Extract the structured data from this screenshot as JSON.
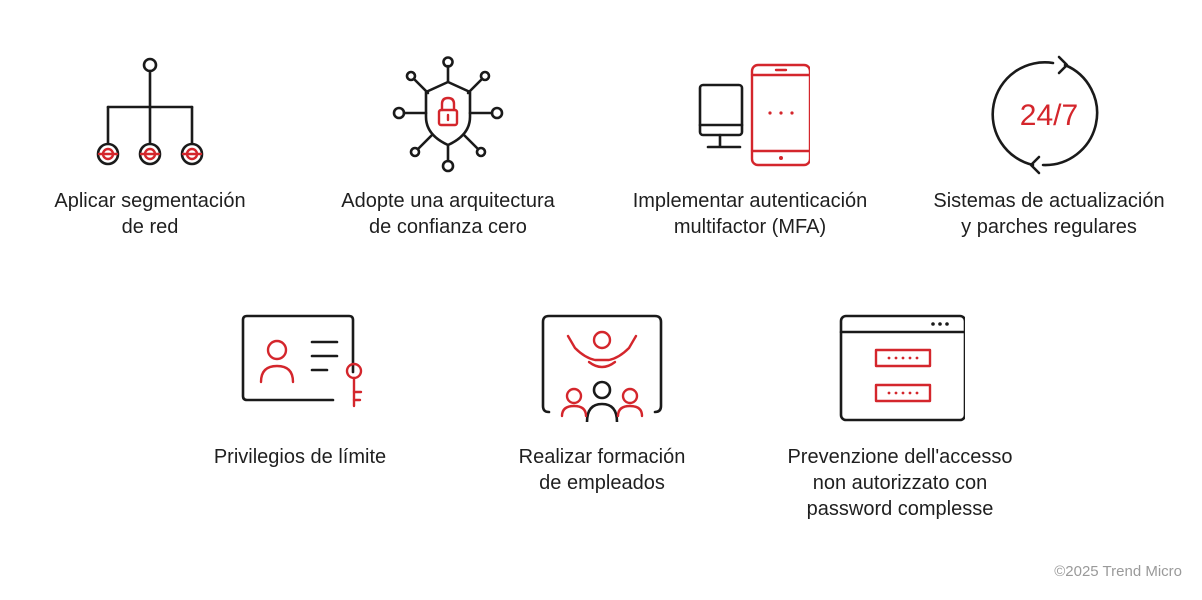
{
  "items": [
    {
      "icon": "network-segmentation-icon",
      "lines": [
        "Aplicar segmentación",
        "de red"
      ]
    },
    {
      "icon": "zero-trust-shield-icon",
      "lines": [
        "Adopte una arquitectura",
        "de confianza cero"
      ]
    },
    {
      "icon": "mfa-devices-icon",
      "lines": [
        "Implementar autenticación",
        "multifactor (MFA)"
      ]
    },
    {
      "icon": "update-cycle-icon",
      "icon_text": "24/7",
      "lines": [
        "Sistemas de actualización",
        "y parches regulares"
      ]
    },
    {
      "icon": "id-card-key-icon",
      "lines": [
        "Privilegios de límite"
      ]
    },
    {
      "icon": "employee-training-icon",
      "lines": [
        "Realizar formación",
        "de empleados"
      ]
    },
    {
      "icon": "password-window-icon",
      "lines": [
        "Prevenzione dell'accesso",
        "non autorizzato con",
        "password complesse"
      ]
    }
  ],
  "footer": {
    "copyright": "©2025 Trend Micro"
  },
  "colors": {
    "accent": "#d4262c",
    "ink": "#1a1a1a"
  }
}
